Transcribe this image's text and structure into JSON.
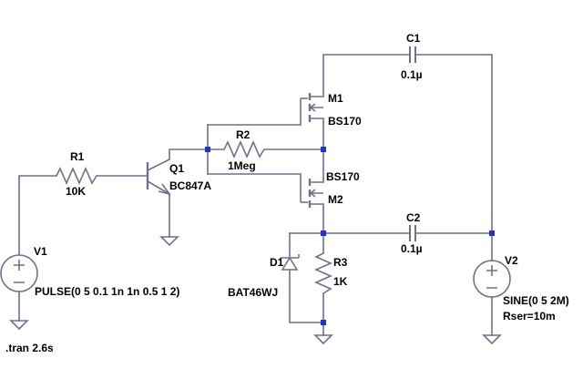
{
  "components": {
    "v1": {
      "name": "V1",
      "value": "PULSE(0 5 0.1 1n 1n 0.5 1 2)"
    },
    "r1": {
      "name": "R1",
      "value": "10K"
    },
    "q1": {
      "name": "Q1",
      "value": "BC847A"
    },
    "r2": {
      "name": "R2",
      "value": "1Meg"
    },
    "m1": {
      "name": "M1",
      "value": "BS170"
    },
    "m2": {
      "name": "M2",
      "value": "BS170"
    },
    "c1": {
      "name": "C1",
      "value": "0.1µ"
    },
    "c2": {
      "name": "C2",
      "value": "0.1µ"
    },
    "d1": {
      "name": "D1",
      "value": "BAT46WJ"
    },
    "r3": {
      "name": "R3",
      "value": "1K"
    },
    "v2": {
      "name": "V2",
      "value": "SINE(0 5 2M)",
      "rser": "Rser=10m"
    }
  },
  "directive": ".tran 2.6s",
  "colors": {
    "wire": "#6f6f92",
    "junction": "#1f2fd9",
    "text": "#000000",
    "background": "#ffffff"
  }
}
